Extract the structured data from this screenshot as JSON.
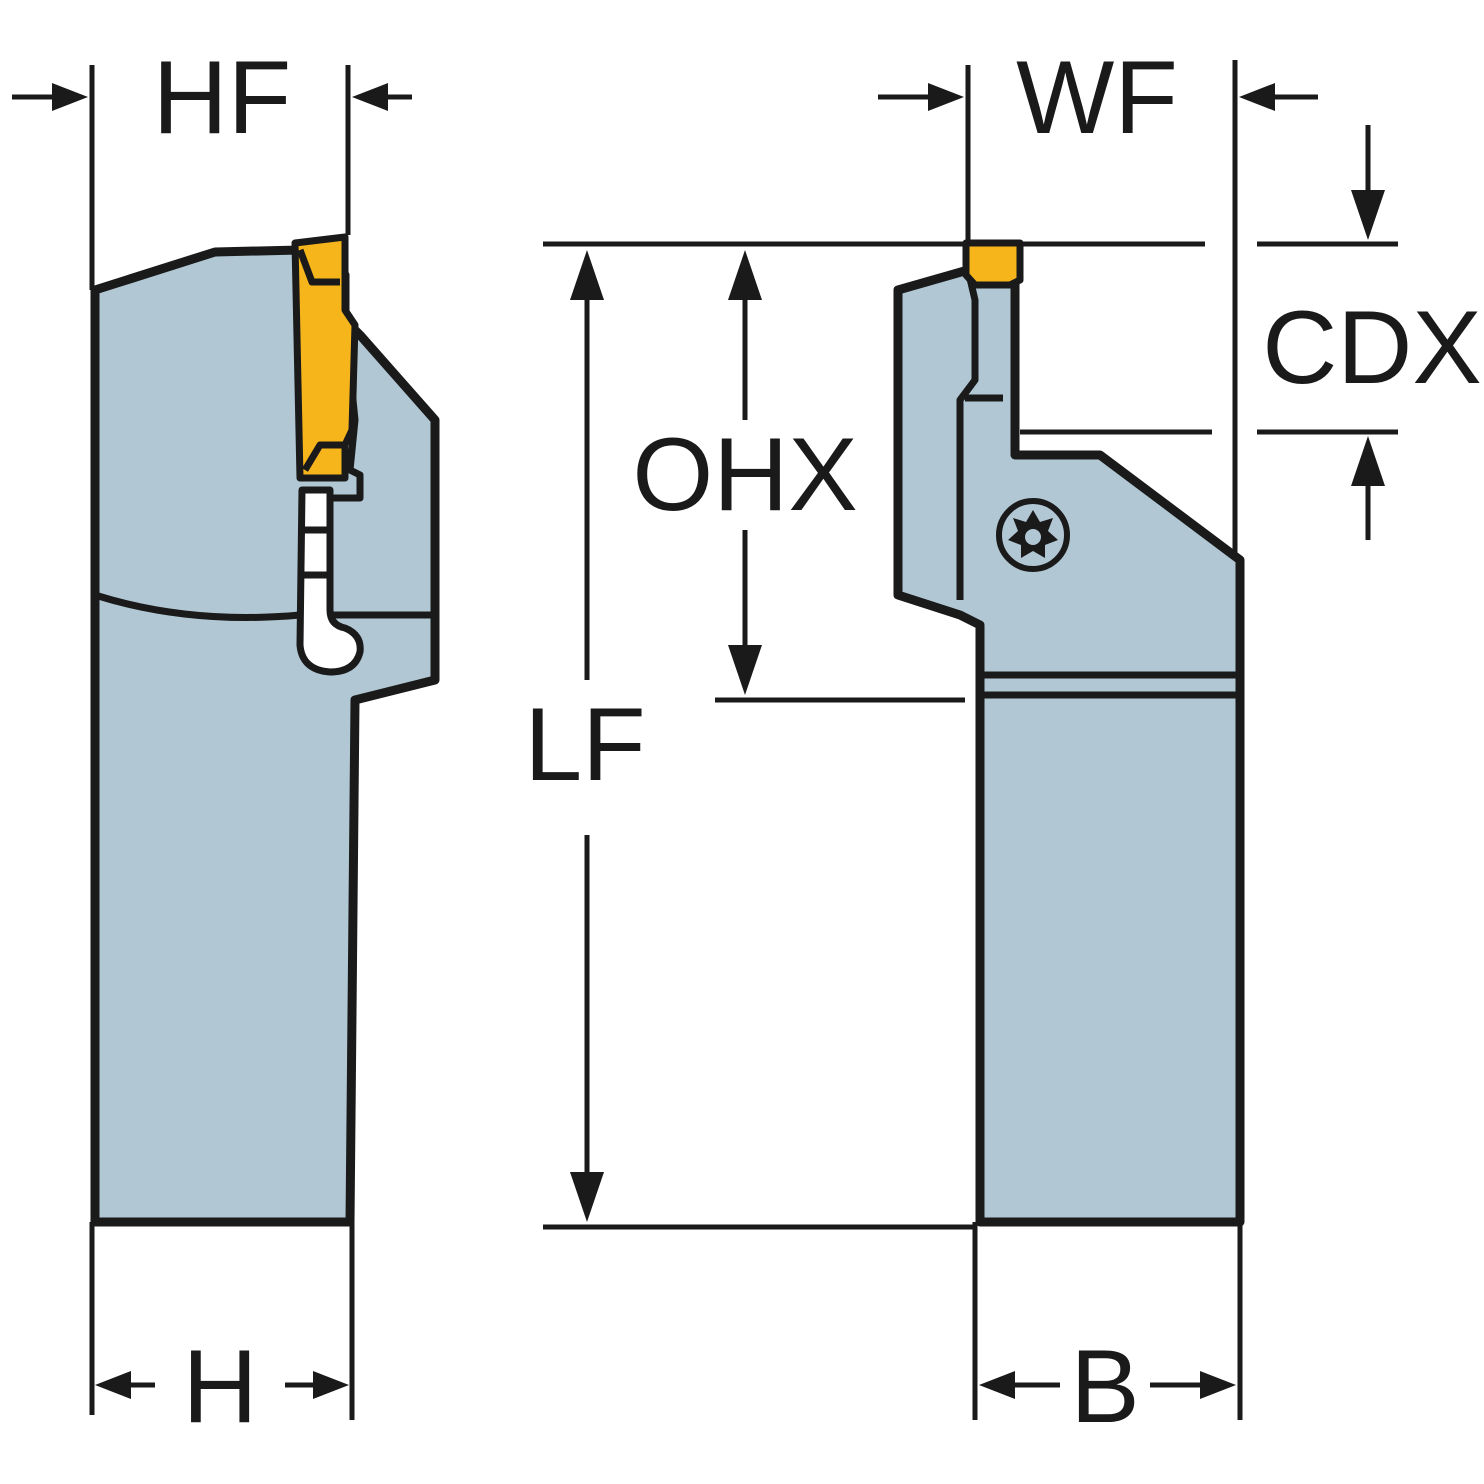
{
  "labels": {
    "hf": "HF",
    "h": "H",
    "wf": "WF",
    "b": "B",
    "lf": "LF",
    "ohx": "OHX",
    "cdx": "CDX"
  },
  "colors": {
    "body": "#b1c7d4",
    "insert": "#f7b51c",
    "line": "#1a1a1a"
  }
}
